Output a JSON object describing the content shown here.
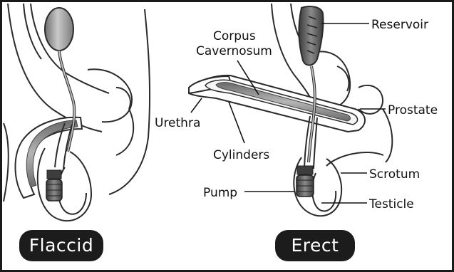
{
  "labels": {
    "reservoir": "Reservoir",
    "corpus_cavernosum_line1": "Corpus",
    "corpus_cavernosum_line2": "Cavernosum",
    "urethra": "Urethra",
    "prostate": "Prostate",
    "cylinders": "Cylinders",
    "scrotum": "Scrotum",
    "pump": "Pump",
    "testicle": "Testicle"
  },
  "states": {
    "flaccid": "Flaccid",
    "erect": "Erect"
  },
  "colors": {
    "frame": "#1a1a1a",
    "outline": "#2b2b2b",
    "tissue_fill": "#ffffff",
    "implant_gray": "#8c8c8c",
    "implant_dark": "#3d3d3d",
    "pill_bg": "#1c1c1c"
  }
}
